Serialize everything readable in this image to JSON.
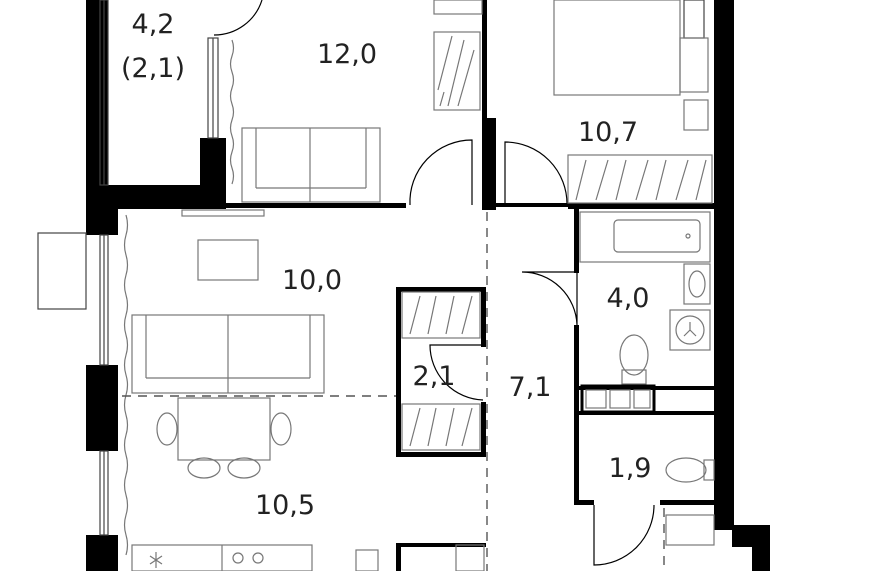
{
  "rooms": {
    "balcony": {
      "area": "4,2",
      "area_secondary": "(2,1)"
    },
    "bedroom_1": {
      "area": "12,0"
    },
    "bedroom_2": {
      "area": "10,7"
    },
    "living_room": {
      "area": "10,0"
    },
    "wardrobe": {
      "area": "2,1"
    },
    "hallway": {
      "area": "7,1"
    },
    "bathroom": {
      "area": "4,0"
    },
    "toilet": {
      "area": "1,9"
    },
    "kitchen": {
      "area": "10,5"
    }
  },
  "colors": {
    "wall": "#000000",
    "furniture": "#777777",
    "text": "#222222",
    "background": "#ffffff"
  }
}
